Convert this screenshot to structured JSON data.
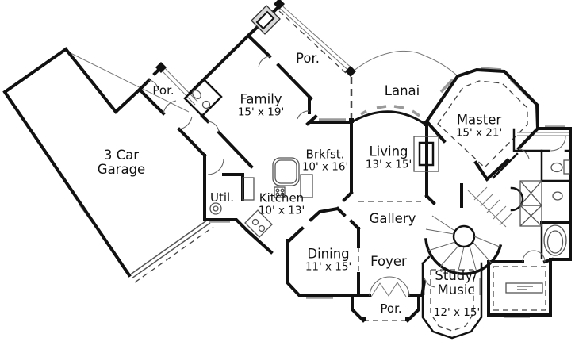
{
  "plan": {
    "type": "architectural-first-floor-plan",
    "background": "#ffffff",
    "colors": {
      "wall": "#111111",
      "window": "#9a9a9a",
      "detail": "#666666",
      "dashed": "#444444"
    },
    "rooms": [
      {
        "id": "garage",
        "line1": "3 Car",
        "line2": "Garage",
        "dims": ""
      },
      {
        "id": "side-porch",
        "line1": "Por.",
        "line2": "",
        "dims": ""
      },
      {
        "id": "family",
        "line1": "Family",
        "line2": "",
        "dims": "15' x 19'"
      },
      {
        "id": "rear-porch",
        "line1": "Por.",
        "line2": "",
        "dims": ""
      },
      {
        "id": "lanai",
        "line1": "Lanai",
        "line2": "",
        "dims": ""
      },
      {
        "id": "master",
        "line1": "Master",
        "line2": "",
        "dims": "15' x 21'"
      },
      {
        "id": "breakfast",
        "line1": "Brkfst.",
        "line2": "",
        "dims": "10' x 16'"
      },
      {
        "id": "living",
        "line1": "Living",
        "line2": "",
        "dims": "13' x 15'"
      },
      {
        "id": "utility",
        "line1": "Util.",
        "line2": "",
        "dims": ""
      },
      {
        "id": "kitchen",
        "line1": "Kitchen",
        "line2": "",
        "dims": "10' x 13'"
      },
      {
        "id": "gallery",
        "line1": "Gallery",
        "line2": "",
        "dims": ""
      },
      {
        "id": "dining",
        "line1": "Dining",
        "line2": "",
        "dims": "11' x 15'"
      },
      {
        "id": "foyer",
        "line1": "Foyer",
        "line2": "",
        "dims": ""
      },
      {
        "id": "study",
        "line1": "Study/",
        "line2": "Music",
        "dims": "12' x 15'"
      },
      {
        "id": "front-porch",
        "line1": "Por.",
        "line2": "",
        "dims": ""
      }
    ],
    "features": [
      "spiral-staircase",
      "straight-stair-flight",
      "family-room-fireplace-chimney",
      "living-room-fireplace",
      "kitchen-island-cooktop",
      "kitchen-corner-sink",
      "utility-water-heater",
      "powder-bath-toilet-sink",
      "master-bath-tub",
      "master-bath-toilet",
      "master-bath-vanities",
      "walk-in-closet-rods",
      "double-front-doors",
      "garage-door-openings",
      "lanai-columns",
      "window-seat"
    ]
  }
}
